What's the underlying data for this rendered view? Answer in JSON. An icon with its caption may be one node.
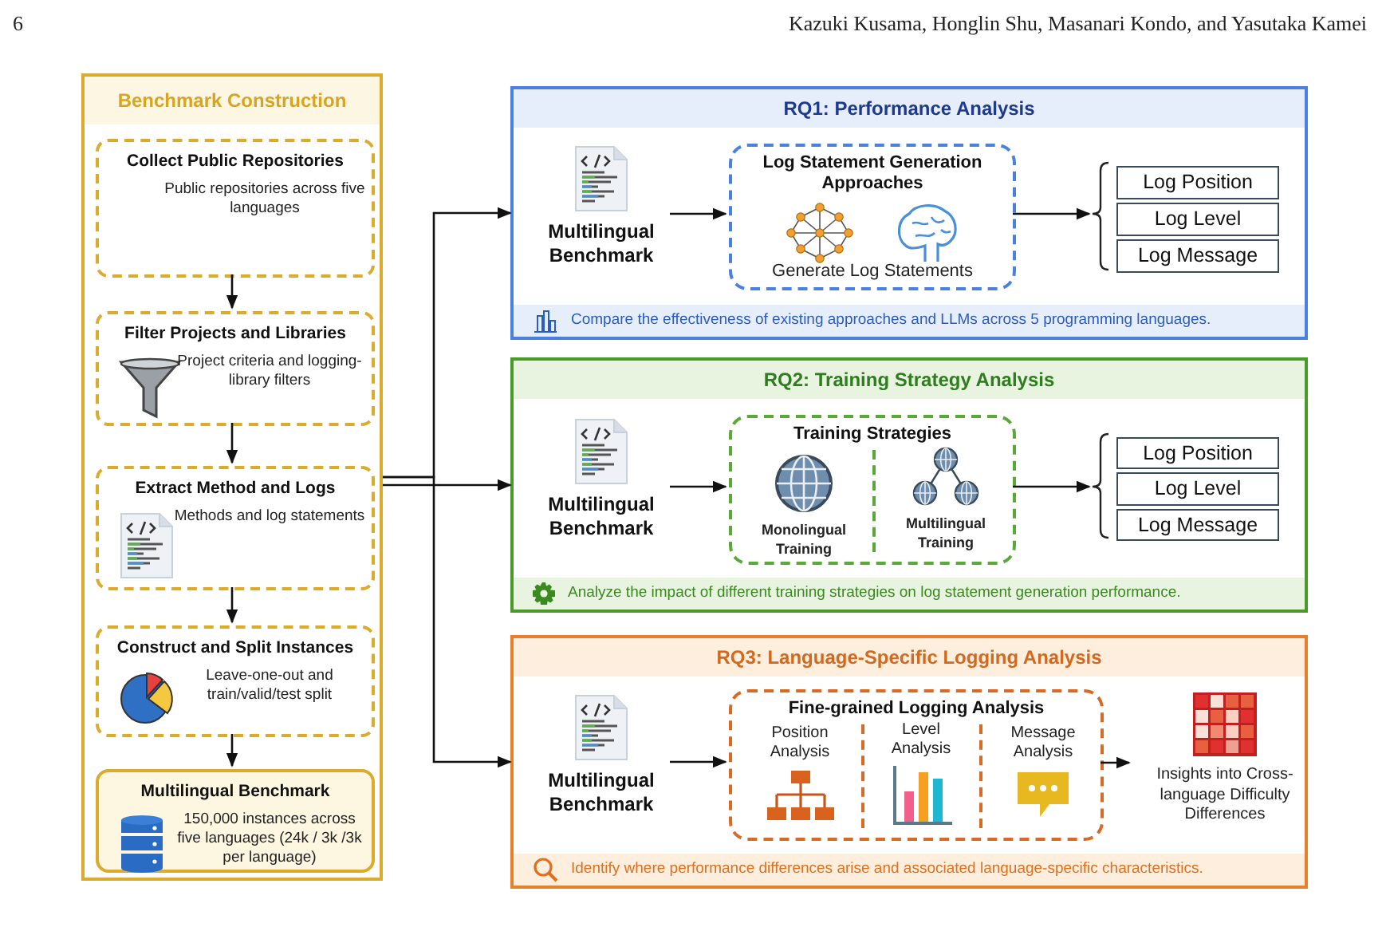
{
  "diagram": {
    "nodes": [
      {
        "text": [
          "Benchmark Construction"
        ]
      },
      {
        "text": [
          "Collect Public Repositories",
          "Public repositories across five languages"
        ],
        "in": 0
      },
      {
        "text": [
          "Filter Projects and Libraries",
          "Project criteria and logging-library filters"
        ],
        "in": 0
      },
      {
        "text": [
          "Extract Method and Logs",
          "Methods and log statements"
        ],
        "in": 0
      },
      {
        "text": [
          "Construct and Split Instances",
          "Leave-one-out and train/valid/test split"
        ],
        "in": 0
      },
      {
        "text": [
          "Multilingual Benchmark",
          "150,000 instances across five languages (24k / 3k /3k per language)"
        ],
        "in": 0
      },
      {
        "text": [
          "RQ1: Performance Analysis",
          "Compare the effectiveness of existing approaches and LLMs across 5 programming languages."
        ]
      },
      {
        "text": [
          "Multilingual Benchmark"
        ],
        "in": 6
      },
      {
        "text": [
          "Log Statement Generation Approaches",
          "Generate Log Statements"
        ],
        "in": 6
      },
      {
        "text": [
          "Log Position"
        ],
        "in": 6
      },
      {
        "text": [
          "Log Level"
        ],
        "in": 6
      },
      {
        "text": [
          "Log Message"
        ],
        "in": 6
      },
      {
        "text": [
          "RQ2: Training Strategy Analysis",
          "Analyze the impact of different training strategies on log statement generation performance."
        ]
      },
      {
        "text": [
          "Multilingual Benchmark"
        ],
        "in": 12
      },
      {
        "text": [
          "Training Strategies"
        ],
        "in": 12
      },
      {
        "text": [
          "Monolingual Training"
        ],
        "in": 14
      },
      {
        "text": [
          "Multilingual Training"
        ],
        "in": 14
      },
      {
        "text": [
          "Log Position"
        ],
        "in": 12
      },
      {
        "text": [
          "Log Level"
        ],
        "in": 12
      },
      {
        "text": [
          "Log Message"
        ],
        "in": 12
      },
      {
        "text": [
          "RQ3: Language-Specific Logging Analysis",
          "Identify where performance differences arise and associated language-specific characteristics."
        ]
      },
      {
        "text": [
          "Multilingual Benchmark"
        ],
        "in": 20
      },
      {
        "text": [
          "Fine-grained Logging Analysis"
        ],
        "in": 20
      },
      {
        "text": [
          "Position Analysis"
        ],
        "in": 22
      },
      {
        "text": [
          "Level Analysis"
        ],
        "in": 22
      },
      {
        "text": [
          "Message Analysis"
        ],
        "in": 22
      },
      {
        "text": [
          "Insights into Cross-language Difficulty Differences"
        ],
        "in": 20
      }
    ],
    "edges": [
      {
        "from": 1,
        "to": 2,
        "arrow": "to"
      },
      {
        "from": 2,
        "to": 3,
        "arrow": "to"
      },
      {
        "from": 3,
        "to": 4,
        "arrow": "to"
      },
      {
        "from": 4,
        "to": 5,
        "arrow": "to"
      },
      {
        "from": 0,
        "to": 6,
        "arrow": "to"
      },
      {
        "from": 0,
        "to": 12,
        "arrow": "to"
      },
      {
        "from": 0,
        "to": 20,
        "arrow": "to"
      },
      {
        "from": 7,
        "to": 8,
        "arrow": "to"
      },
      {
        "from": 8,
        "to": 9,
        "arrow": "to"
      },
      {
        "from": 8,
        "to": 10,
        "arrow": "to"
      },
      {
        "from": 8,
        "to": 11,
        "arrow": "to"
      },
      {
        "from": 13,
        "to": 14,
        "arrow": "to"
      },
      {
        "from": 14,
        "to": 17,
        "arrow": "to"
      },
      {
        "from": 14,
        "to": 18,
        "arrow": "to"
      },
      {
        "from": 14,
        "to": 19,
        "arrow": "to"
      },
      {
        "from": 21,
        "to": 22,
        "arrow": "to"
      },
      {
        "from": 22,
        "to": 26,
        "arrow": "to"
      }
    ],
    "labels": [
      "6",
      "Kazuki Kusama, Honglin Shu, Masanari Kondo, and Yasutaka Kamei"
    ]
  }
}
